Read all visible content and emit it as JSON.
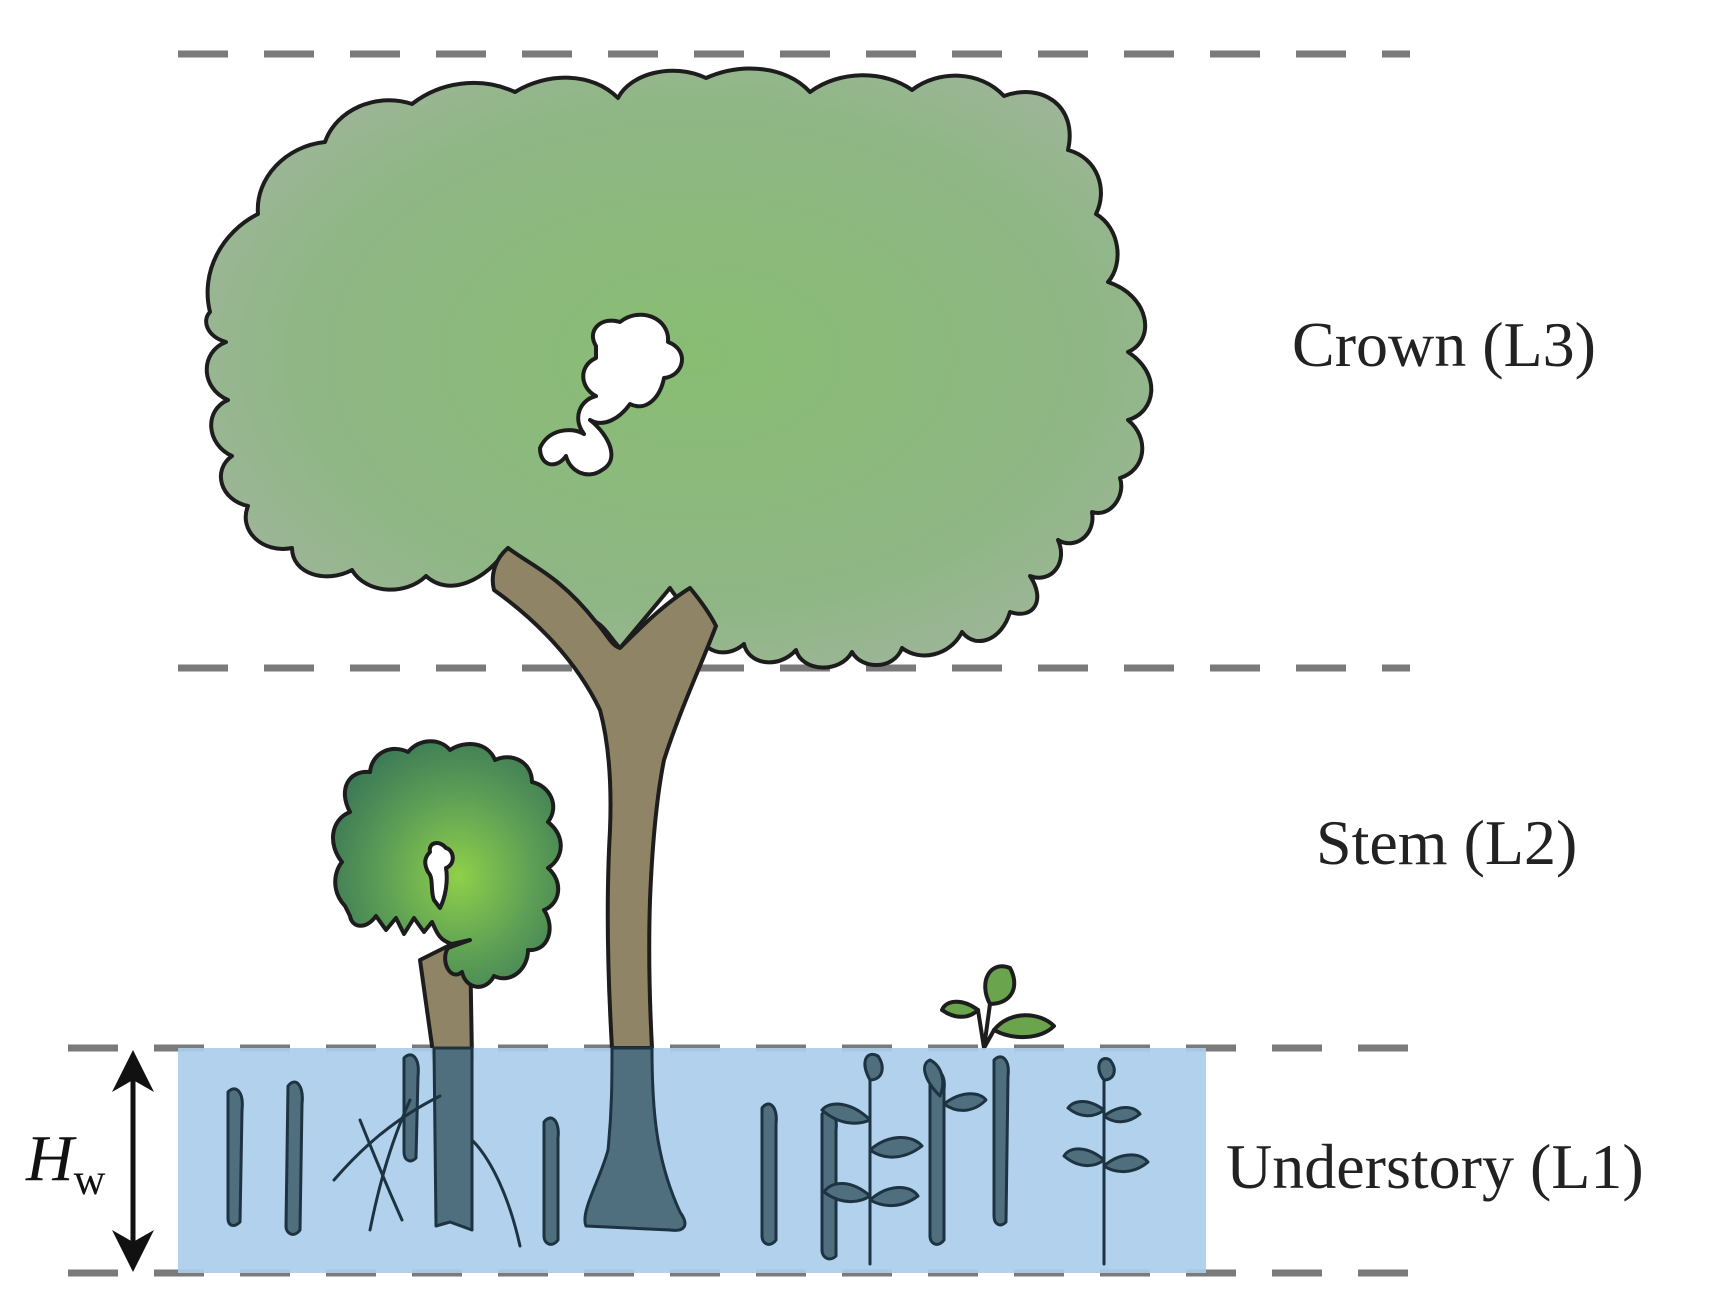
{
  "layers": {
    "crown": "Crown (L3)",
    "stem": "Stem (L2)",
    "understory": "Understory (L1)"
  },
  "water_depth": {
    "symbol": "H",
    "subscript": "w"
  },
  "colors": {
    "crown_fill": "#88b57a",
    "crown_edge": "#9fb596",
    "trunk": "#8f8566",
    "water": "#aacdec",
    "submerged": "#4f6e7e",
    "dash": "#7a7a7a",
    "sapling_leaf": "#6aa54e"
  },
  "icons": [
    "tree-crown-icon",
    "tree-trunk-icon",
    "small-tree-icon",
    "seedling-icon",
    "double-arrow-icon"
  ]
}
